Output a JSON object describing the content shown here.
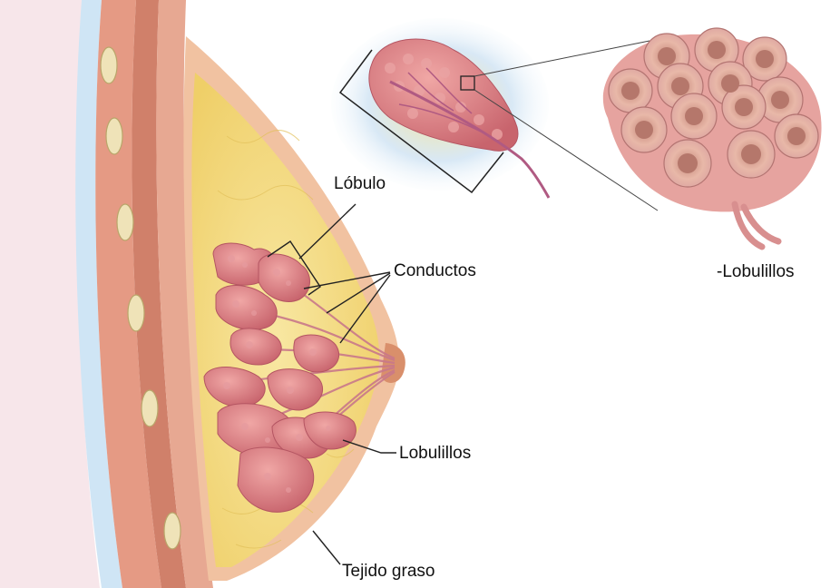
{
  "labels": {
    "lobulo": "Lóbulo",
    "conductos": "Conductos",
    "lobulillos_main": "Lobulillos",
    "lobulillos_detail": "-Lobulillos",
    "tejido_graso": "Tejido graso"
  },
  "colors": {
    "fat": "#f6e08a",
    "skin": "#f2c7a6",
    "muscle": "#d98a72",
    "lobule": "#d77b7f",
    "duct": "#c56a86",
    "halo": "#bcd8ee",
    "line": "#222222"
  }
}
